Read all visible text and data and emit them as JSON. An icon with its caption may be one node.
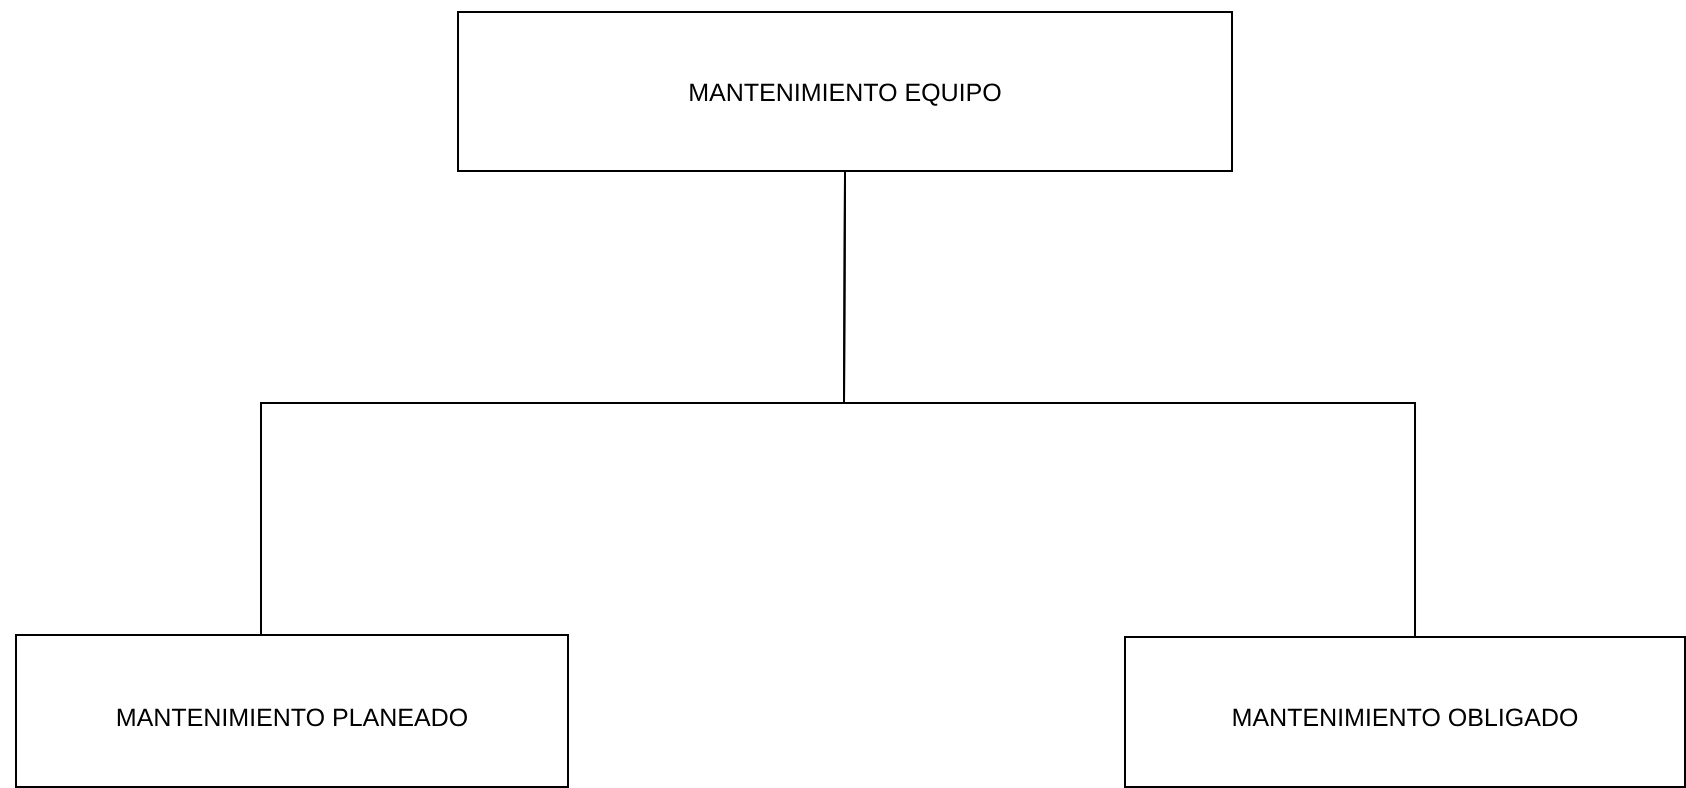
{
  "diagram": {
    "nodes": [
      {
        "text": [
          "MANTENIMIENTO EQUIPO"
        ]
      },
      {
        "text": [
          "MANTENIMIENTO PLANEADO"
        ]
      },
      {
        "text": [
          "MANTENIMIENTO OBLIGADO"
        ]
      }
    ],
    "edges": [
      {
        "from": 0,
        "to": 1,
        "arrow": "none"
      },
      {
        "from": 0,
        "to": 2,
        "arrow": "none"
      }
    ]
  }
}
